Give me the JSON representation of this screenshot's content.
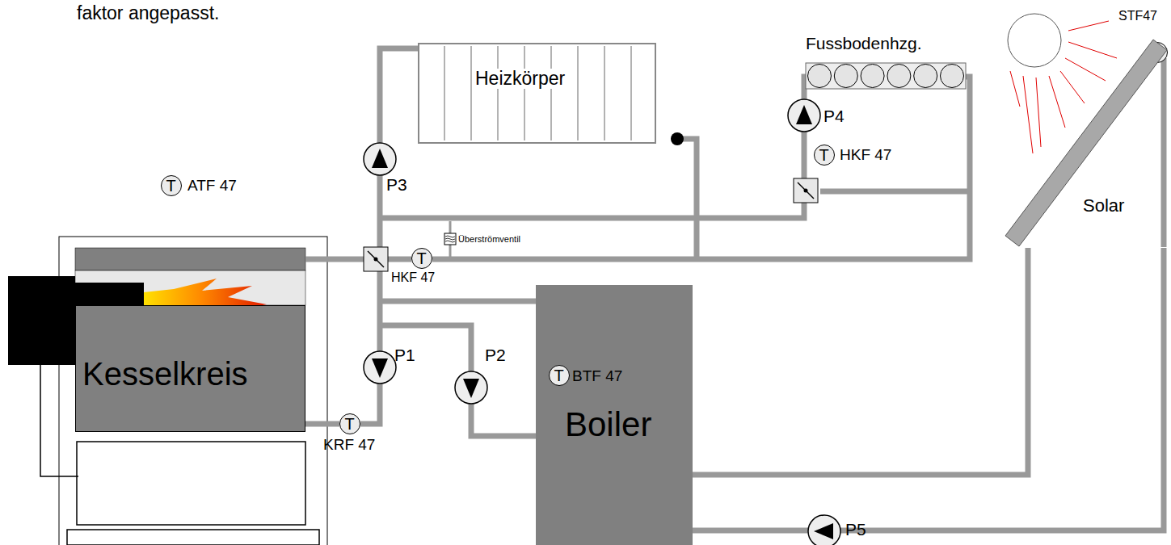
{
  "diagram": {
    "nodes": [
      {
        "text": [
          "T",
          "STF47"
        ]
      },
      {
        "text": [
          "Heizkörper"
        ]
      },
      {
        "text": [
          "Fussbodenhzg."
        ]
      },
      {
        "text": [
          "T",
          "HKF 47"
        ]
      },
      {
        "text": [
          "T",
          "ATF 47"
        ]
      },
      {
        "text": [
          "Solar"
        ]
      },
      {
        "text": [
          "T",
          "HKF 47"
        ]
      },
      {
        "text": [
          "Kesselkreis"
        ]
      },
      {
        "text": [
          "Boiler"
        ]
      },
      {
        "text": [
          "T",
          "BTF 47"
        ],
        "in": 8
      },
      {
        "text": [
          "T",
          "KRF 47"
        ]
      }
    ],
    "edges": [
      {
        "from": 8,
        "to": 5,
        "arrow": "none"
      },
      {
        "from": 5,
        "to": 8,
        "arrow": "none"
      }
    ],
    "labels": [
      "faktor angepasst.",
      "Überströmventil",
      "P1",
      "P2",
      "P3",
      "P4",
      "P5"
    ]
  }
}
